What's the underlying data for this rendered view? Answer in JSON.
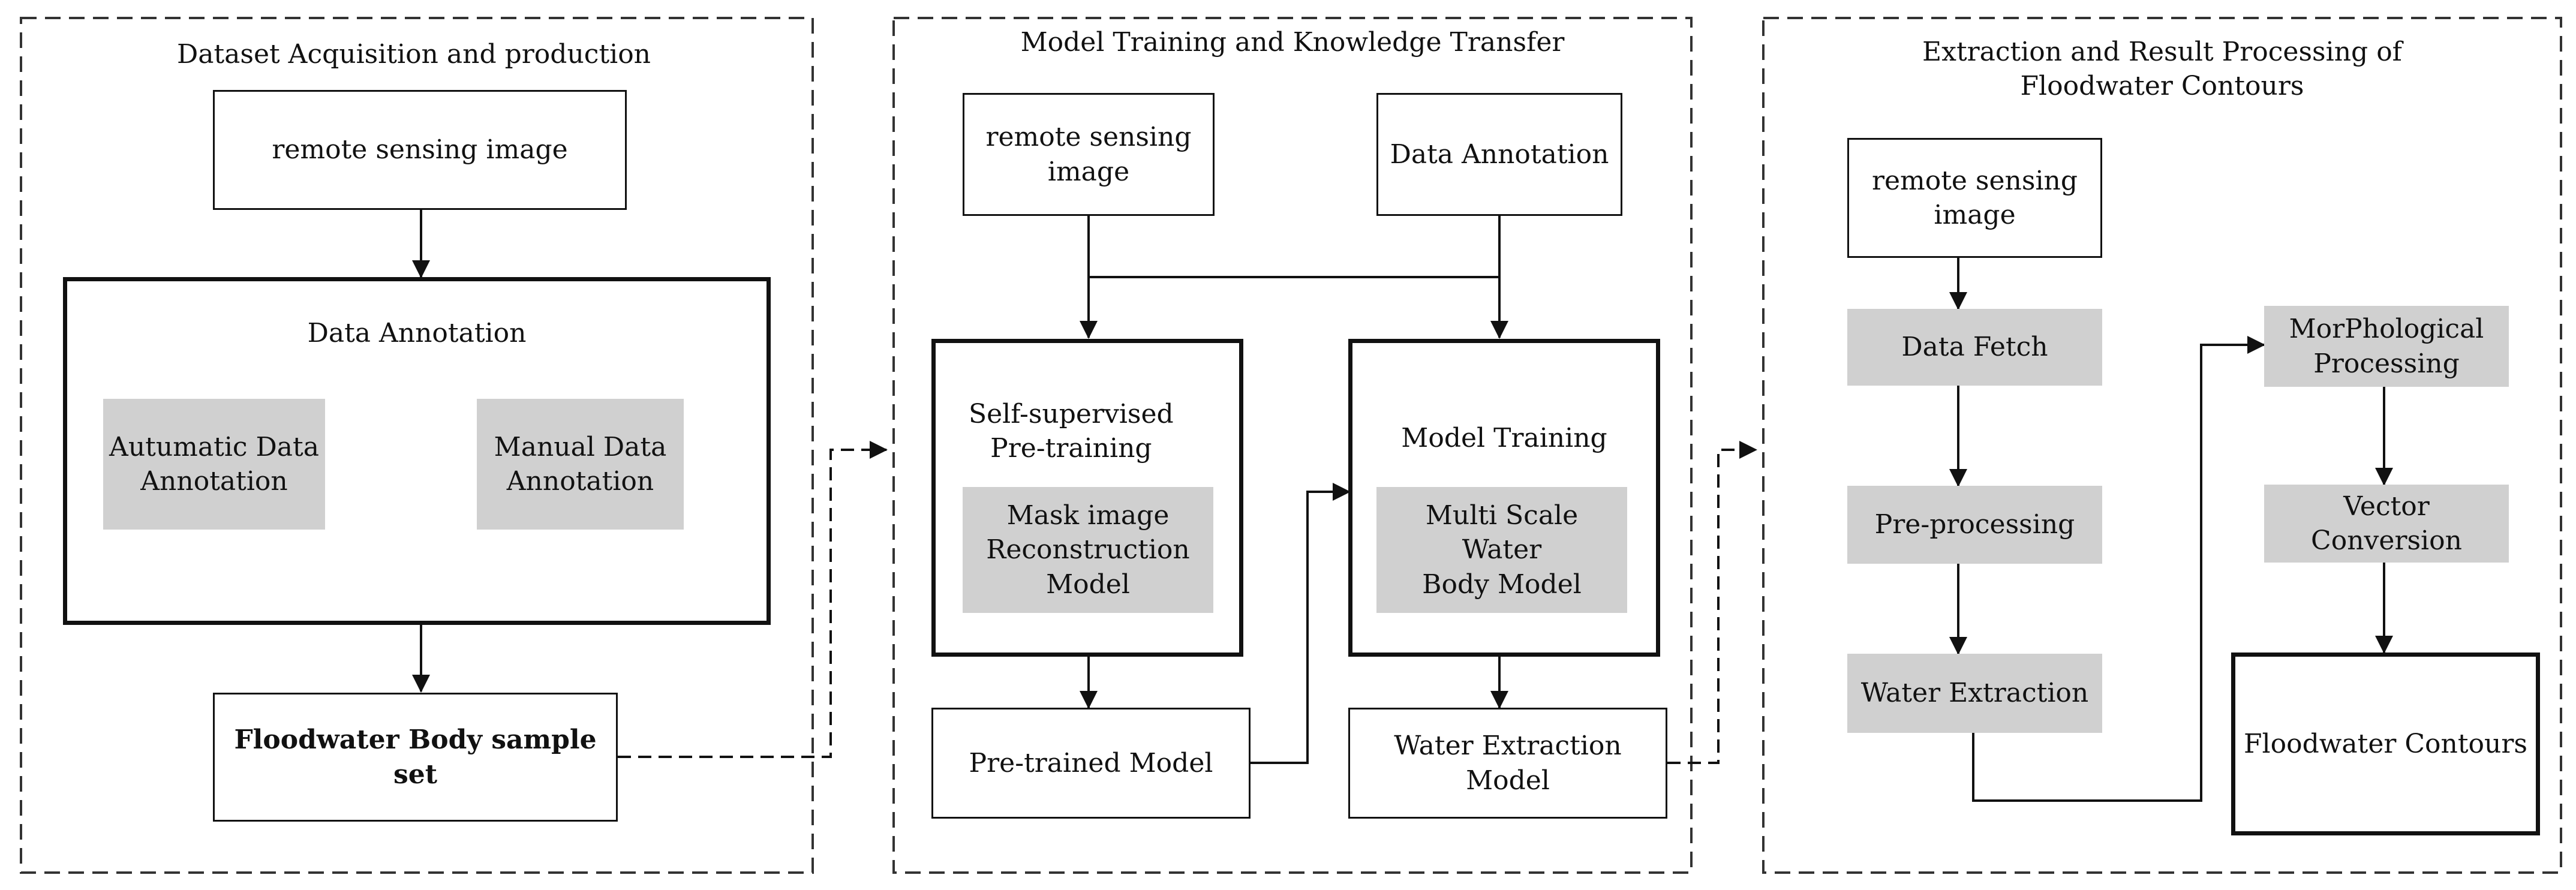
{
  "sections": {
    "dataset": {
      "title": "Dataset Acquisition and production",
      "remote_sensing": "remote sensing image",
      "annotation_title": "Data Annotation",
      "auto_annotation": "Autumatic Data\nAnnotation",
      "manual_annotation": "Manual Data\nAnnotation",
      "sample_set": "Floodwater Body sample set"
    },
    "training": {
      "title": "Model Training and Knowledge Transfer",
      "remote_sensing": "remote sensing\nimage",
      "data_annotation": "Data Annotation",
      "self_supervised": "Self-supervised\nPre-training",
      "mask_model": "Mask image\nReconstruction\nModel",
      "model_training": "Model Training",
      "multiscale_model": "Multi Scale Water\nBody Model",
      "pretrained_model": "Pre-trained Model",
      "water_extraction_model": "Water Extraction\nModel"
    },
    "extraction": {
      "title": "Extraction and Result Processing of\nFloodwater Contours",
      "remote_sensing": "remote sensing\nimage",
      "data_fetch": "Data Fetch",
      "preprocessing": "Pre-processing",
      "water_extraction": "Water Extraction",
      "morphological": "MorPhological\nProcessing",
      "vector_conversion": "Vector\nConversion",
      "contours": "Floodwater Contours"
    }
  }
}
